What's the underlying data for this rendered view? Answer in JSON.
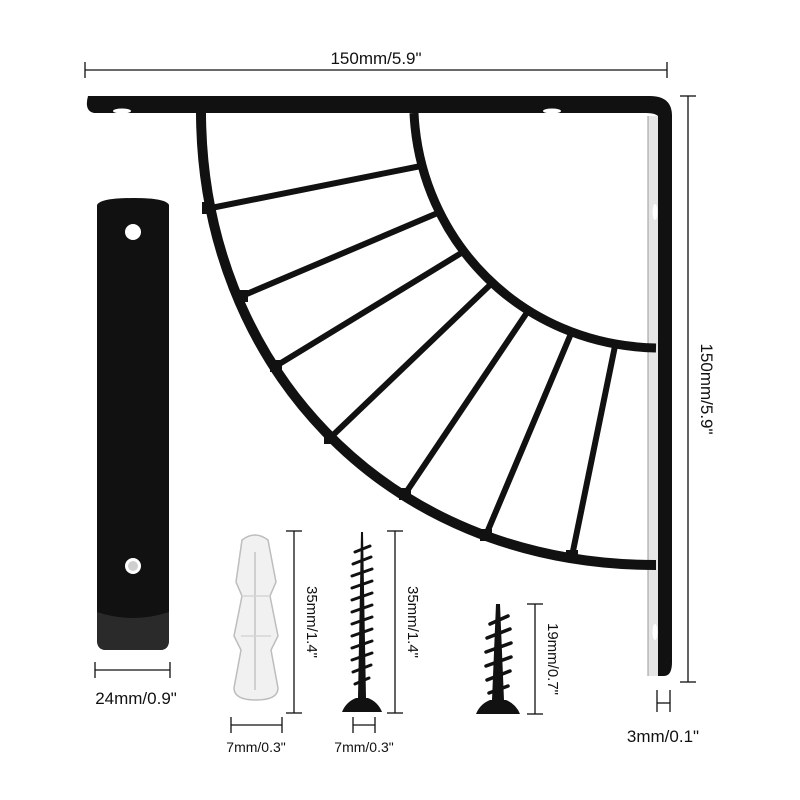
{
  "dimensions": {
    "bracket_width": "150mm/5.9\"",
    "bracket_height": "150mm/5.9\"",
    "thickness": "3mm/0.1\"",
    "plate_width": "24mm/0.9\"",
    "anchor_length": "35mm/1.4\"",
    "anchor_diameter": "7mm/0.3\"",
    "long_screw_length": "35mm/1.4\"",
    "long_screw_diameter": "7mm/0.3\"",
    "short_screw_length": "19mm/0.7\""
  },
  "colors": {
    "metal": "#111111",
    "dimension_line": "#111111",
    "anchor_fill": "#f1f1f1",
    "anchor_stroke": "#bdbdbd",
    "background": "#ffffff"
  }
}
